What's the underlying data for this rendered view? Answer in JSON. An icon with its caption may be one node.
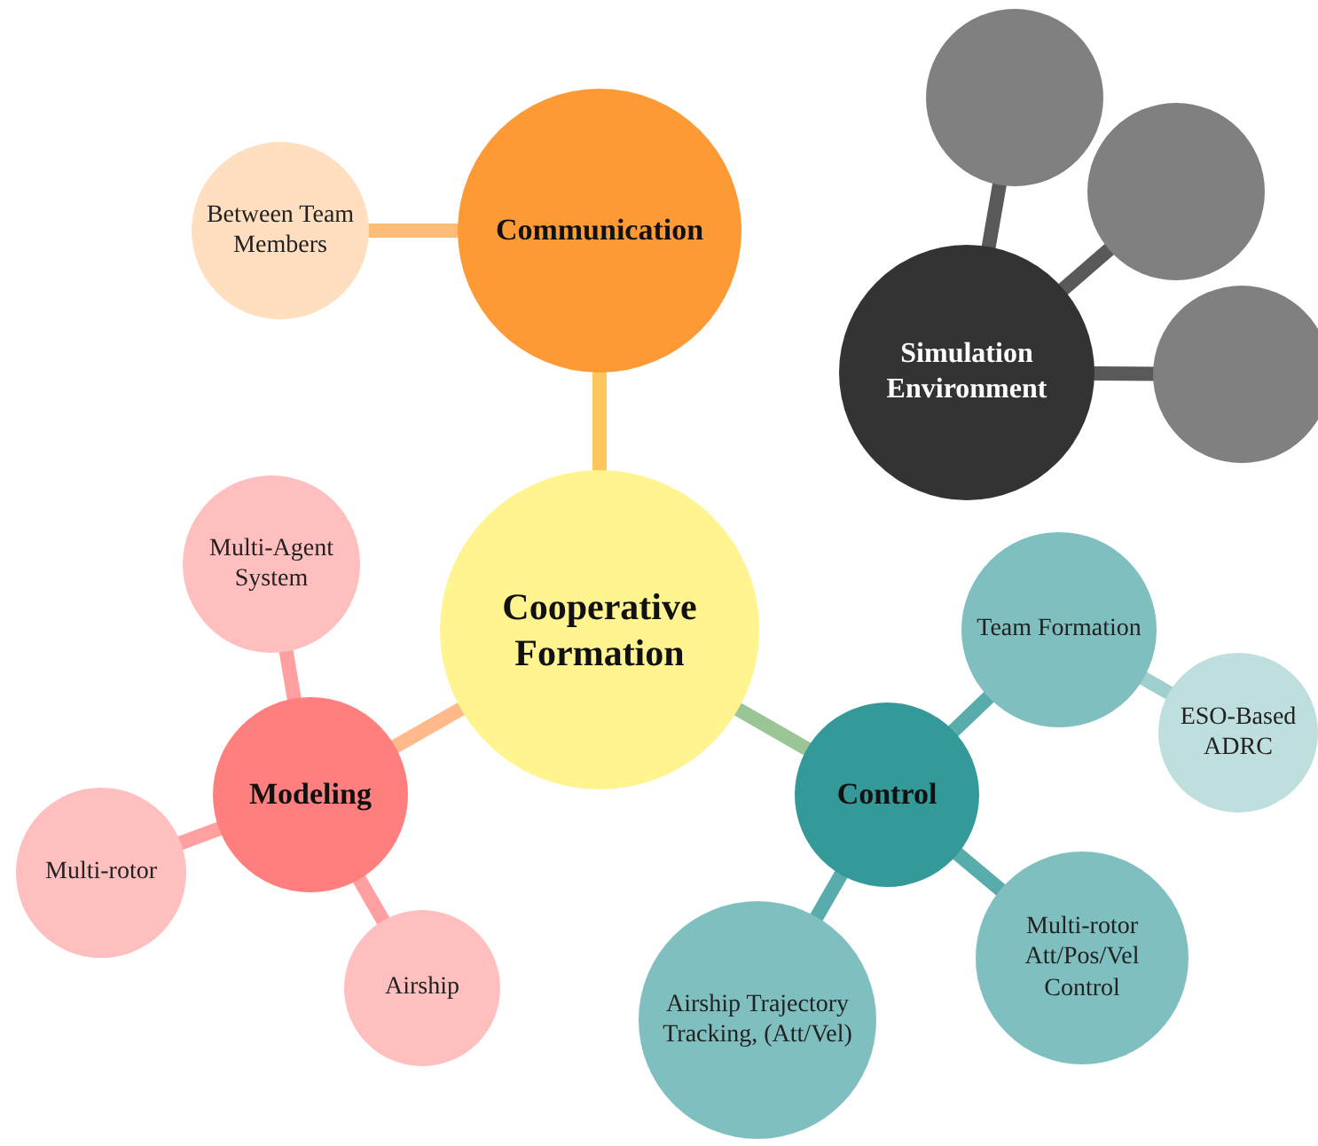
{
  "diagram": {
    "nodes": [
      {
        "text": [
          "Cooperative Formation"
        ]
      },
      {
        "text": [
          "Communication"
        ]
      },
      {
        "text": [
          "Between Team Members"
        ]
      },
      {
        "text": [
          "Simulation Environment"
        ]
      },
      {
        "text": [],
        "shape": "circle"
      },
      {
        "text": [],
        "shape": "circle"
      },
      {
        "text": [],
        "shape": "circle"
      },
      {
        "text": [
          "Modeling"
        ]
      },
      {
        "text": [
          "Multi-Agent System"
        ]
      },
      {
        "text": [
          "Multi-rotor"
        ]
      },
      {
        "text": [
          "Airship"
        ]
      },
      {
        "text": [
          "Control"
        ]
      },
      {
        "text": [
          "Team Formation"
        ]
      },
      {
        "text": [
          "ESO-Based ADRC"
        ]
      },
      {
        "text": [
          "Multi-rotor Att/Pos/Vel Control"
        ]
      },
      {
        "text": [
          "Airship Trajectory Tracking, (Att/Vel)"
        ]
      }
    ],
    "edges": [
      {
        "from": 0,
        "to": 1,
        "arrow": "none",
        "color": "#fdc65a"
      },
      {
        "from": 1,
        "to": 2,
        "arrow": "none",
        "color": "#febc7a"
      },
      {
        "from": 3,
        "to": 4,
        "arrow": "none",
        "color": "#595959"
      },
      {
        "from": 3,
        "to": 5,
        "arrow": "none",
        "color": "#595959"
      },
      {
        "from": 3,
        "to": 6,
        "arrow": "none",
        "color": "#595959"
      },
      {
        "from": 0,
        "to": 7,
        "arrow": "none",
        "color": "#ffb98a"
      },
      {
        "from": 7,
        "to": 8,
        "arrow": "none",
        "color": "#ff9f9f"
      },
      {
        "from": 7,
        "to": 9,
        "arrow": "none",
        "color": "#ff9f9f"
      },
      {
        "from": 7,
        "to": 10,
        "arrow": "none",
        "color": "#ff9f9f"
      },
      {
        "from": 0,
        "to": 11,
        "arrow": "none",
        "color": "#99c694"
      },
      {
        "from": 11,
        "to": 12,
        "arrow": "none",
        "color": "#59acac"
      },
      {
        "from": 12,
        "to": 13,
        "arrow": "none",
        "color": "#9fcfcf"
      },
      {
        "from": 11,
        "to": 14,
        "arrow": "none",
        "color": "#59acac"
      },
      {
        "from": 11,
        "to": 15,
        "arrow": "none",
        "color": "#59acac"
      }
    ]
  }
}
